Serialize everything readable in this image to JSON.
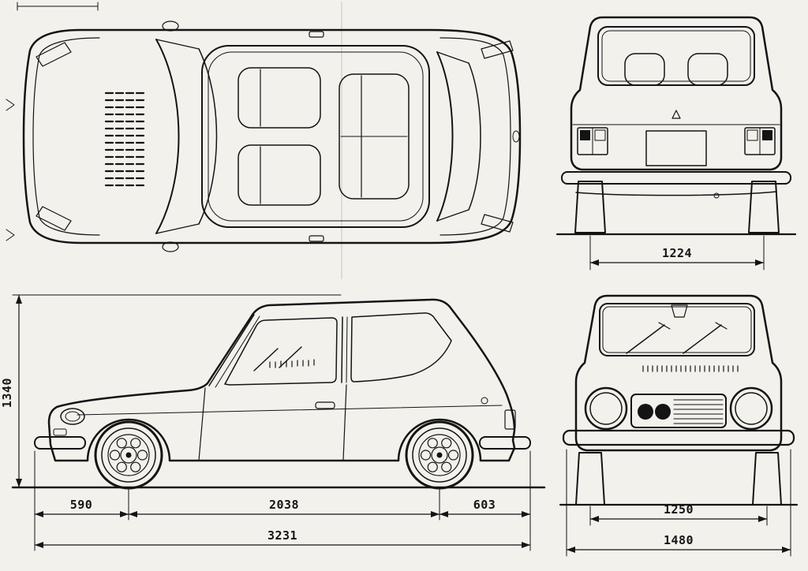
{
  "colors": {
    "paper": "#f2f1ec",
    "ink": "#141414"
  },
  "dimensions": {
    "height": "1340",
    "front_overhang": "590",
    "wheelbase": "2038",
    "rear_overhang": "603",
    "total_length": "3231",
    "rear_track": "1224",
    "front_track": "1250",
    "overall_width": "1480"
  }
}
